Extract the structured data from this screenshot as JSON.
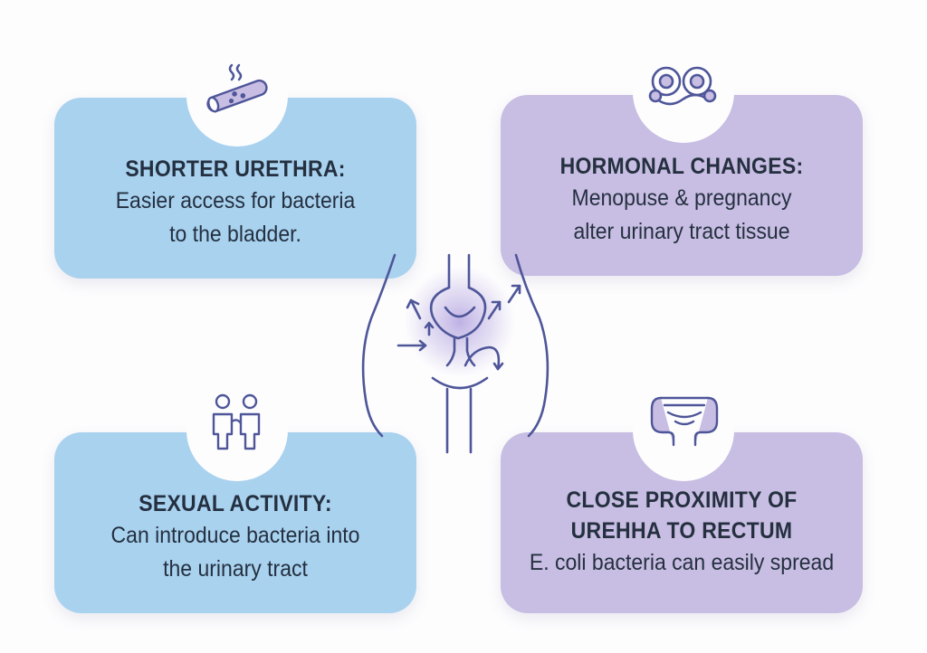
{
  "colors": {
    "blue_card": "#a9d2ef",
    "purple_card": "#c8bde2",
    "line_art": "#4e5699",
    "text": "#243040",
    "glow": "#b8a8e0"
  },
  "cards": [
    {
      "id": "shorter-urethra",
      "icon": "cigarette-icon",
      "title": "SHORTER URETHRA:",
      "body_lines": [
        "Easier access for bacteria",
        "to the bladder."
      ]
    },
    {
      "id": "hormonal-changes",
      "icon": "hormone-molecule-icon",
      "title": "HORMONAL CHANGES:",
      "body_lines": [
        "Menopuse & pregnancy",
        "alter urinary tract tissue"
      ]
    },
    {
      "id": "sexual-activity",
      "icon": "couple-icon",
      "title": "SEXUAL ACTIVITY:",
      "body_lines": [
        "Can introduce bacteria into",
        "the urinary tract"
      ]
    },
    {
      "id": "close-proximity",
      "icon": "intestine-icon",
      "title_lines": [
        "CLOSE PROXIMITY OF",
        "UREHHA TO RECTUM"
      ],
      "body_lines": [
        "E. coli bacteria can easily spread"
      ]
    }
  ],
  "center_illustration": "female-urinary-anatomy-icon"
}
